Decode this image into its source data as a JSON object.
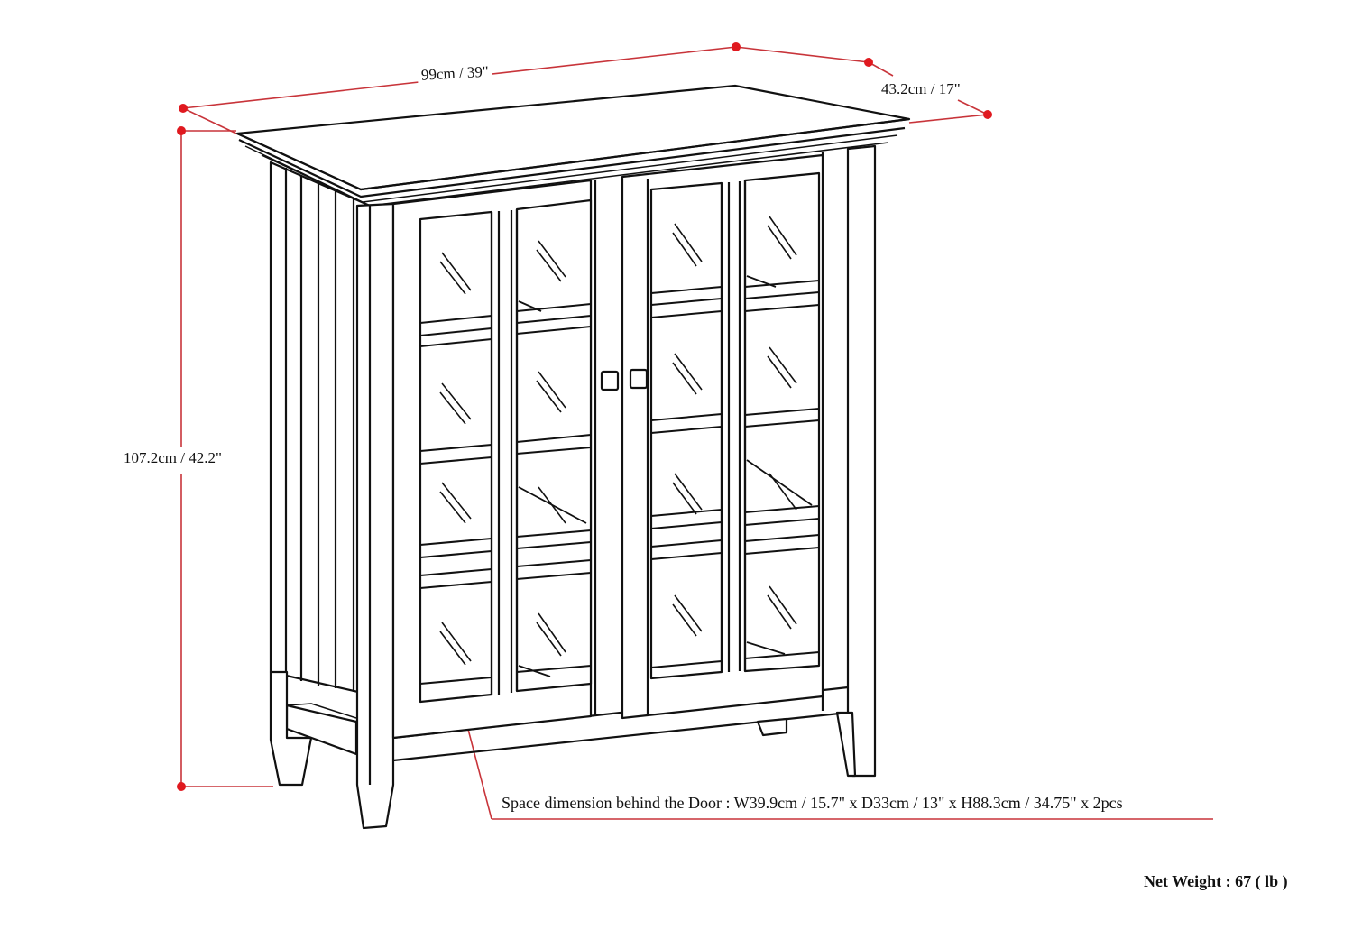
{
  "diagram": {
    "subject": "Storage cabinet with two glass doors (line drawing)",
    "accent_color": "#d42027",
    "line_color": "#111111",
    "dimensions": {
      "width": "99cm / 39\"",
      "depth": "43.2cm / 17\"",
      "height": "107.2cm / 42.2\""
    },
    "space_behind_door": "Space dimension behind the Door  : W39.9cm / 15.7\" x D33cm / 13\" x H88.3cm / 34.75\" x 2pcs",
    "net_weight": "Net Weight : 67 ( lb )"
  }
}
